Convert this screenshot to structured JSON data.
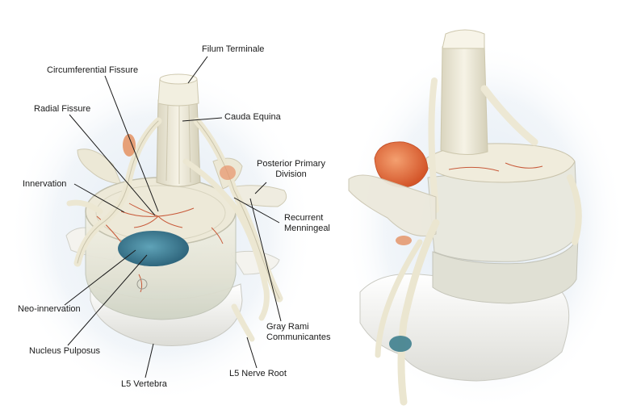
{
  "labels": {
    "filum_terminale": "Filum Terminale",
    "circumferential_fissure": "Circumferential Fissure",
    "cauda_equina": "Cauda Equina",
    "radial_fissure": "Radial Fissure",
    "posterior_primary_division": "Posterior Primary\nDivision",
    "innervation": "Innervation",
    "recurrent_meningeal": "Recurrent\nMenningeal",
    "neo_innervation": "Neo-innervation",
    "gray_rami_communicantes": "Gray Rami\nCommunicantes",
    "nucleus_pulposus": "Nucleus Pulposus",
    "l5_nerve_root": "L5 Nerve Root",
    "l5_vertebra": "L5 Vertebra"
  },
  "colors": {
    "bone": "#f1f0ea",
    "nerve": "#eeeadb",
    "disc_glass": "#dfe3d8",
    "nucleus": "#3c7f96",
    "vessel": "#c85a3a",
    "leader": "#1a1a1a",
    "halo": "#dfe9f3"
  }
}
